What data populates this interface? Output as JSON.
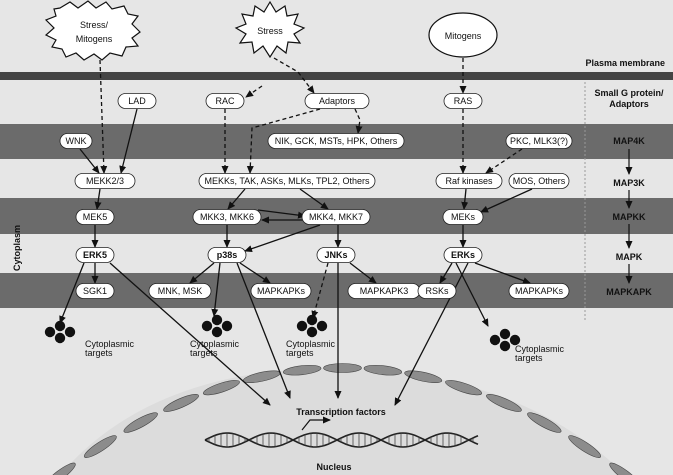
{
  "inputs": {
    "stress_mitogens": [
      "Stress/",
      "Mitogens"
    ],
    "stress": "Stress",
    "mitogens": "Mitogens"
  },
  "plasma_membrane": "Plasma membrane",
  "cytoplasm": "Cytoplasm",
  "nucleus": "Nucleus",
  "transcription_factors": "Transcription factors",
  "tiers": {
    "small_g": [
      "Small G protein/",
      "Adaptors"
    ],
    "map4k": "MAP4K",
    "map3k": "MAP3K",
    "mapkk": "MAPKK",
    "mapk": "MAPK",
    "mapkapk": "MAPKAPK"
  },
  "nodes": {
    "lad": "LAD",
    "rac": "RAC",
    "adaptors": "Adaptors",
    "ras": "RAS",
    "wnk": "WNK",
    "nik": "NIK, GCK, MSTs, HPK, Others",
    "pkc": "PKC, MLK3(?)",
    "mekk23": "MEKK2/3",
    "mekks": "MEKKs, TAK, ASKs, MLKs, TPL2, Others",
    "raf": "Raf kinases",
    "mos": "MOS, Others",
    "mek5": "MEK5",
    "mkk36": "MKK3, MKK6",
    "mkk47": "MKK4, MKK7",
    "meks": "MEKs",
    "erk5": "ERK5",
    "p38s": "p38s",
    "jnks": "JNKs",
    "erks": "ERKs",
    "sgk1": "SGK1",
    "mnk": "MNK, MSK",
    "mapkapks1": "MAPKAPKs",
    "mapkapk3": "MAPKAPK3",
    "rsks": "RSKs",
    "mapkapks2": "MAPKAPKs"
  },
  "cyto_targets": [
    "Cytoplasmic",
    "targets"
  ]
}
